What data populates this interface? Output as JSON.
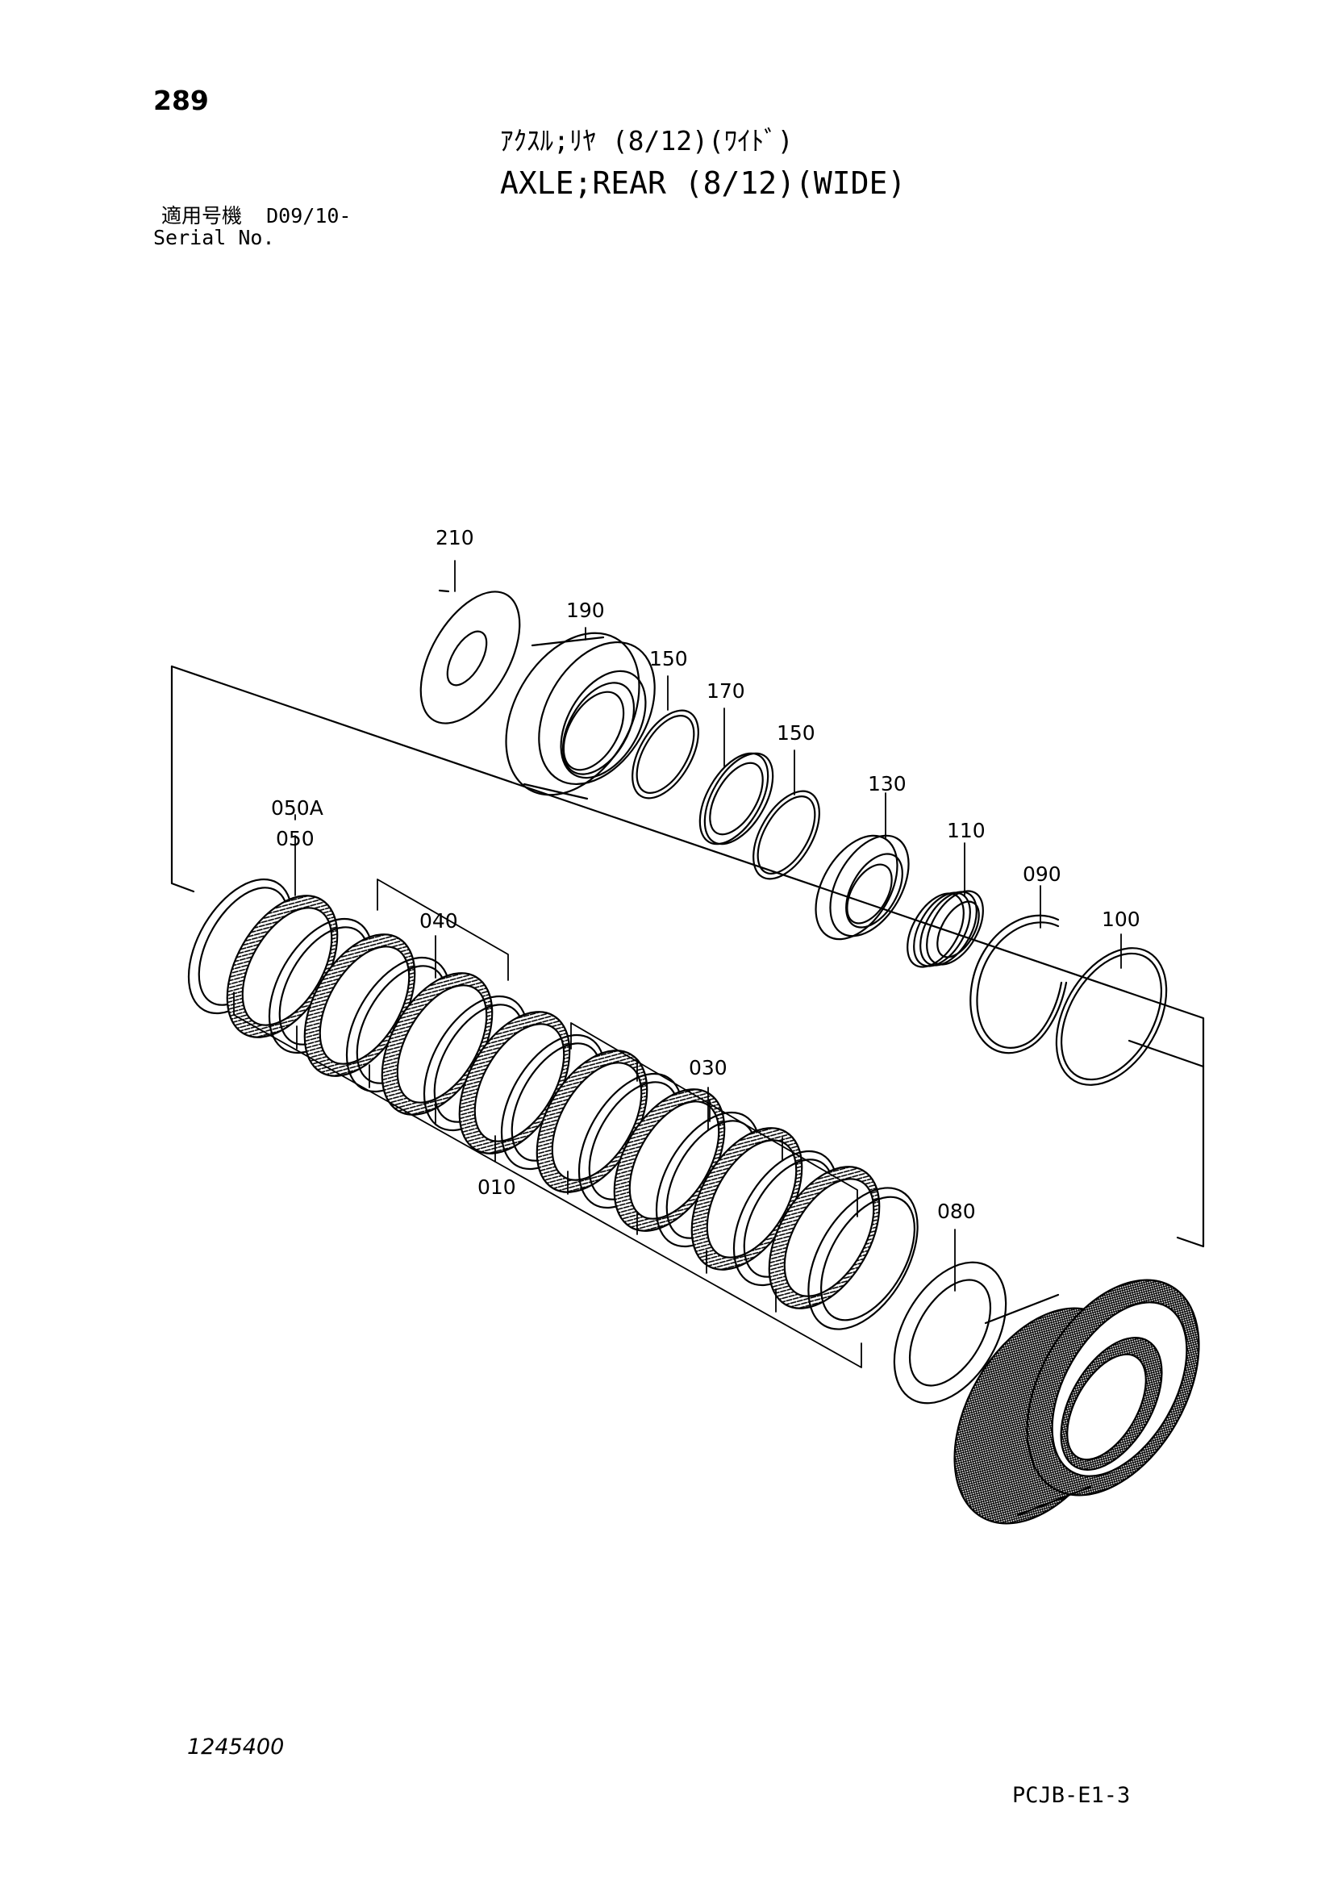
{
  "page_number": "289",
  "title_ja": "ｱｸｽﾙ;ﾘﾔ (8/12)(ﾜｲﾄﾞ)",
  "title_en": "AXLE;REAR (8/12)(WIDE)",
  "serial_label_ja": "適用号機",
  "serial_value": "D09/10-",
  "serial_label_en": "Serial No.",
  "doc_number": "1245400",
  "page_code": "PCJB-E1-3",
  "part_labels": {
    "p210": "210",
    "p190": "190",
    "p150a": "150",
    "p170": "170",
    "p150b": "150",
    "p130": "130",
    "p110": "110",
    "p090": "090",
    "p100": "100",
    "p050a": "050A",
    "p050": "050",
    "p040": "040",
    "p030": "030",
    "p010": "010",
    "p080": "080"
  }
}
